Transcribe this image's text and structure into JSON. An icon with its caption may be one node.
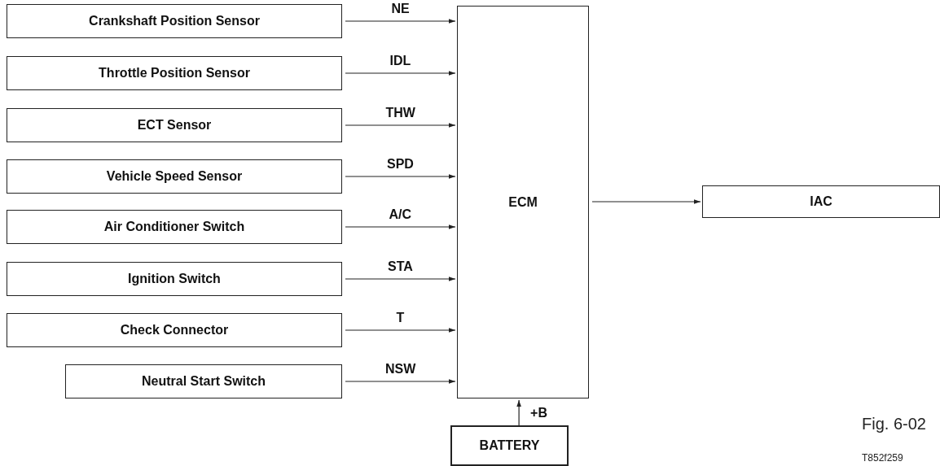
{
  "diagram": {
    "nodes": [
      {
        "text": [
          "Crankshaft Position Sensor"
        ]
      },
      {
        "text": [
          "Throttle Position Sensor"
        ]
      },
      {
        "text": [
          "ECT Sensor"
        ]
      },
      {
        "text": [
          "Vehicle Speed Sensor"
        ]
      },
      {
        "text": [
          "Air Conditioner Switch"
        ]
      },
      {
        "text": [
          "Ignition Switch"
        ]
      },
      {
        "text": [
          "Check Connector"
        ]
      },
      {
        "text": [
          "Neutral Start Switch"
        ]
      },
      {
        "text": [
          "ECM"
        ]
      },
      {
        "text": [
          "IAC"
        ]
      },
      {
        "text": [
          "BATTERY"
        ]
      }
    ],
    "edges": [
      {
        "from": 0,
        "to": 8,
        "arrow": "to",
        "label": "NE"
      },
      {
        "from": 1,
        "to": 8,
        "arrow": "to",
        "label": "IDL"
      },
      {
        "from": 2,
        "to": 8,
        "arrow": "to",
        "label": "THW"
      },
      {
        "from": 3,
        "to": 8,
        "arrow": "to",
        "label": "SPD"
      },
      {
        "from": 4,
        "to": 8,
        "arrow": "to",
        "label": "A/C"
      },
      {
        "from": 5,
        "to": 8,
        "arrow": "to",
        "label": "STA"
      },
      {
        "from": 6,
        "to": 8,
        "arrow": "to",
        "label": "T"
      },
      {
        "from": 7,
        "to": 8,
        "arrow": "to",
        "label": "NSW"
      },
      {
        "from": 8,
        "to": 9,
        "arrow": "to"
      },
      {
        "from": 10,
        "to": 8,
        "arrow": "to",
        "label": "+B"
      }
    ],
    "labels": [
      "Fig. 6-02",
      "T852f259"
    ]
  }
}
